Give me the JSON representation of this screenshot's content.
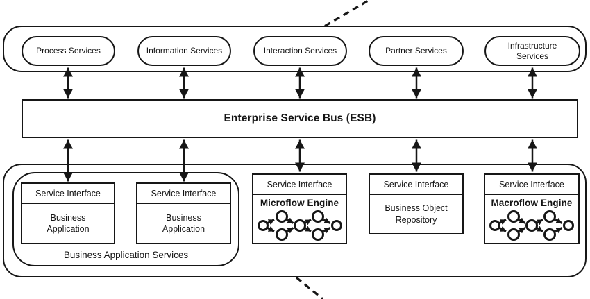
{
  "top_services": [
    {
      "label": "Process Services"
    },
    {
      "label": "Information Services"
    },
    {
      "label": "Interaction Services"
    },
    {
      "label": "Partner Services"
    },
    {
      "label": "Infrastructure Services"
    }
  ],
  "esb": {
    "label": "Enterprise Service Bus (ESB)"
  },
  "business_application_services": {
    "label": "Business Application Services",
    "apps": [
      {
        "header": "Service Interface",
        "body": "Business Application"
      },
      {
        "header": "Service Interface",
        "body": "Business Application"
      }
    ]
  },
  "microflow_engine": {
    "header": "Service Interface",
    "title": "Microflow Engine"
  },
  "business_object_repository": {
    "header": "Service Interface",
    "body": "Business Object Repository"
  },
  "macroflow_engine": {
    "header": "Service Interface",
    "title": "Macroflow Engine"
  },
  "colors": {
    "line": "#161616",
    "background": "#ffffff"
  }
}
